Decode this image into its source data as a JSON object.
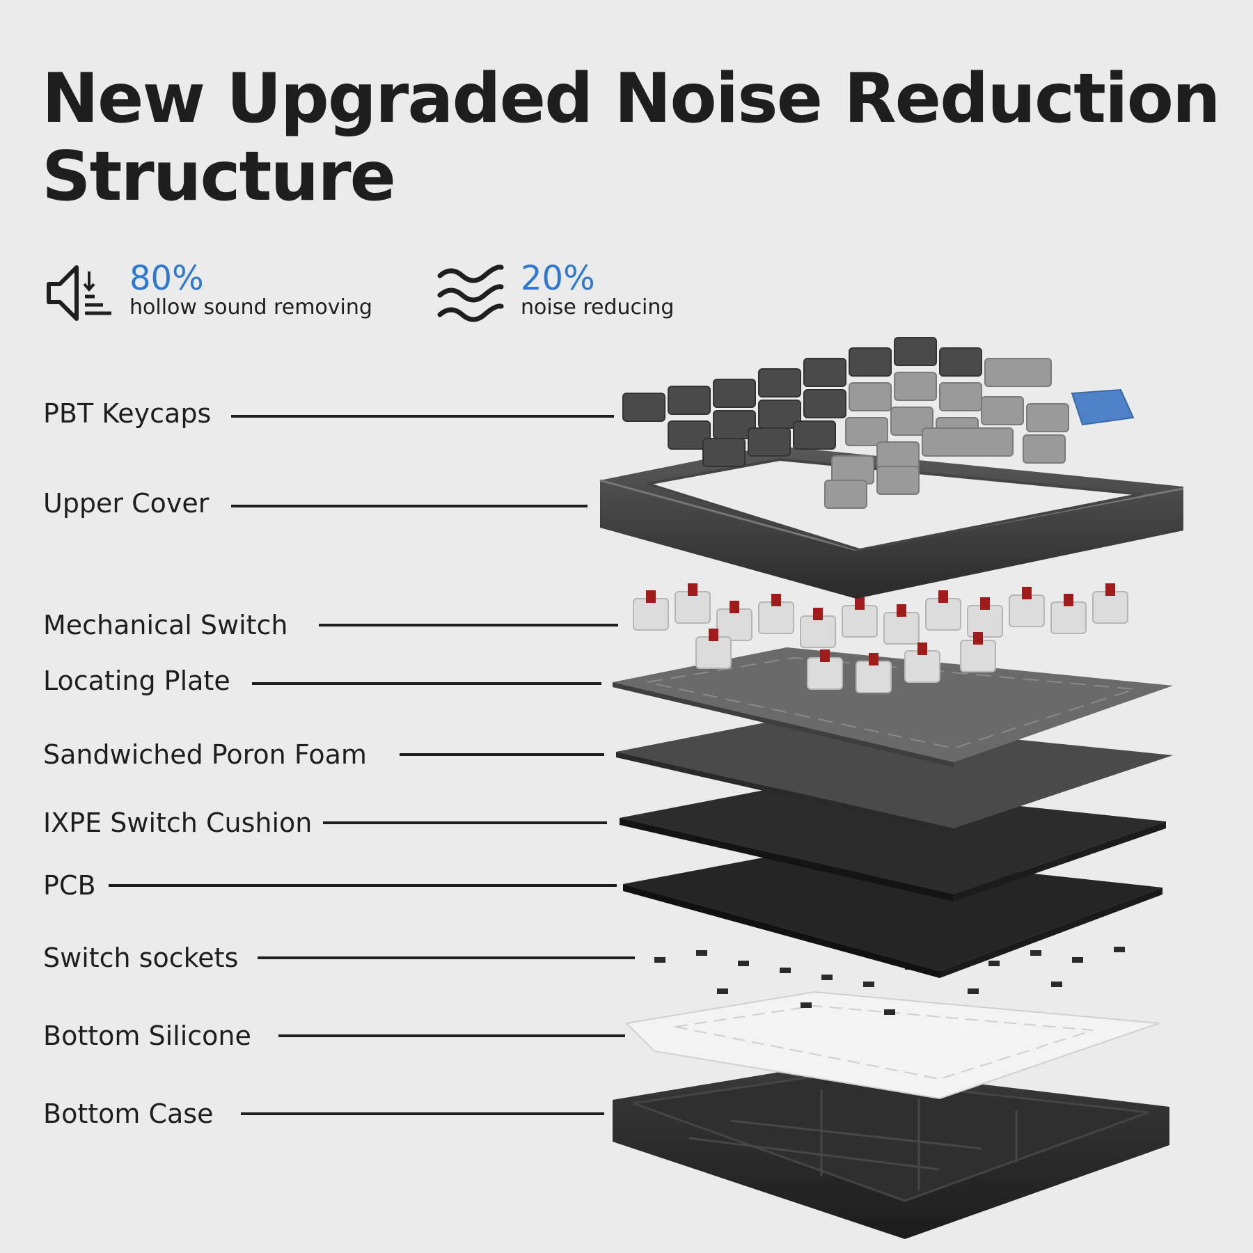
{
  "header": {
    "title_line1": "New Upgraded Noise Reduction",
    "title_line2": "Structure"
  },
  "stats": [
    {
      "icon": "speaker-sound-removing-icon",
      "percent": "80%",
      "text": "hollow sound removing"
    },
    {
      "icon": "sound-waves-icon",
      "percent": "20%",
      "text": "noise reducing"
    }
  ],
  "layers": [
    {
      "label": "PBT Keycaps"
    },
    {
      "label": "Upper Cover"
    },
    {
      "label": "Mechanical Switch"
    },
    {
      "label": "Locating Plate"
    },
    {
      "label": "Sandwiched Poron Foam"
    },
    {
      "label": "IXPE Switch Cushion"
    },
    {
      "label": "PCB"
    },
    {
      "label": "Switch sockets"
    },
    {
      "label": "Bottom Silicone"
    },
    {
      "label": "Bottom Case"
    }
  ],
  "colors": {
    "accent": "#2e78d2",
    "text": "#1e1e1e",
    "background": "#ebebeb",
    "keycap_dark": "#4a4a4a",
    "keycap_light": "#9a9a9a",
    "keycap_blue": "#4d82c8",
    "switch_stem": "#a01c1c"
  }
}
